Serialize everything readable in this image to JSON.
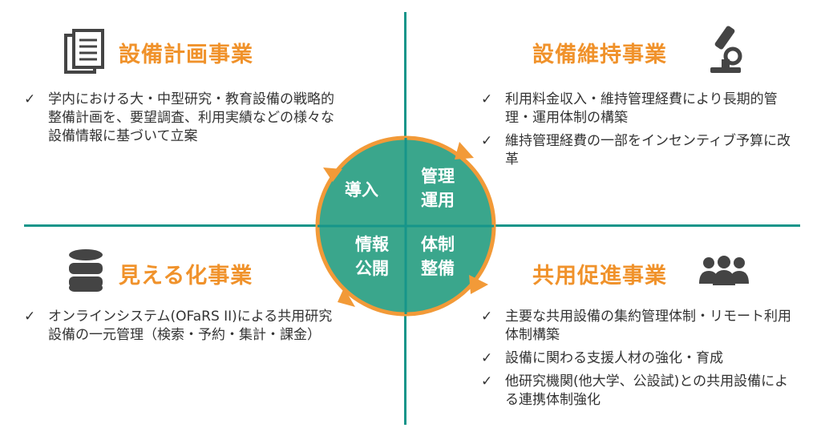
{
  "quadrants": [
    {
      "title": "設備計画事業",
      "icon": "document-icon",
      "items": [
        "学内における大・中型研究・教育設備の戦略的整備計画を、要望調査、利用実績などの様々な設備情報に基づいて立案"
      ]
    },
    {
      "title": "設備維持事業",
      "icon": "microscope-icon",
      "items": [
        "利用料金収入・維持管理経費により長期的管理・運用体制の構築",
        "維持管理経費の一部をインセンティブ予算に改革"
      ]
    },
    {
      "title": "見える化事業",
      "icon": "database-icon",
      "items": [
        "オンラインシステム(OFaRS II)による共用研究設備の一元管理（検索・予約・集計・課金）"
      ]
    },
    {
      "title": "共用促進事業",
      "icon": "people-icon",
      "items": [
        "主要な共用設備の集約管理体制・リモート利用体制構築",
        "設備に関わる支援人材の強化・育成",
        "他研究機関(他大学、公設試)との共用設備による連携体制強化"
      ]
    }
  ],
  "cycle": {
    "top_left": "導入",
    "top_right": "管理運用",
    "bottom_left": "情報公開",
    "bottom_right": "体制整備"
  },
  "check": "✓",
  "colors": {
    "teal": "#3aa68c",
    "orange": "#f29a38",
    "line": "#16958a"
  }
}
